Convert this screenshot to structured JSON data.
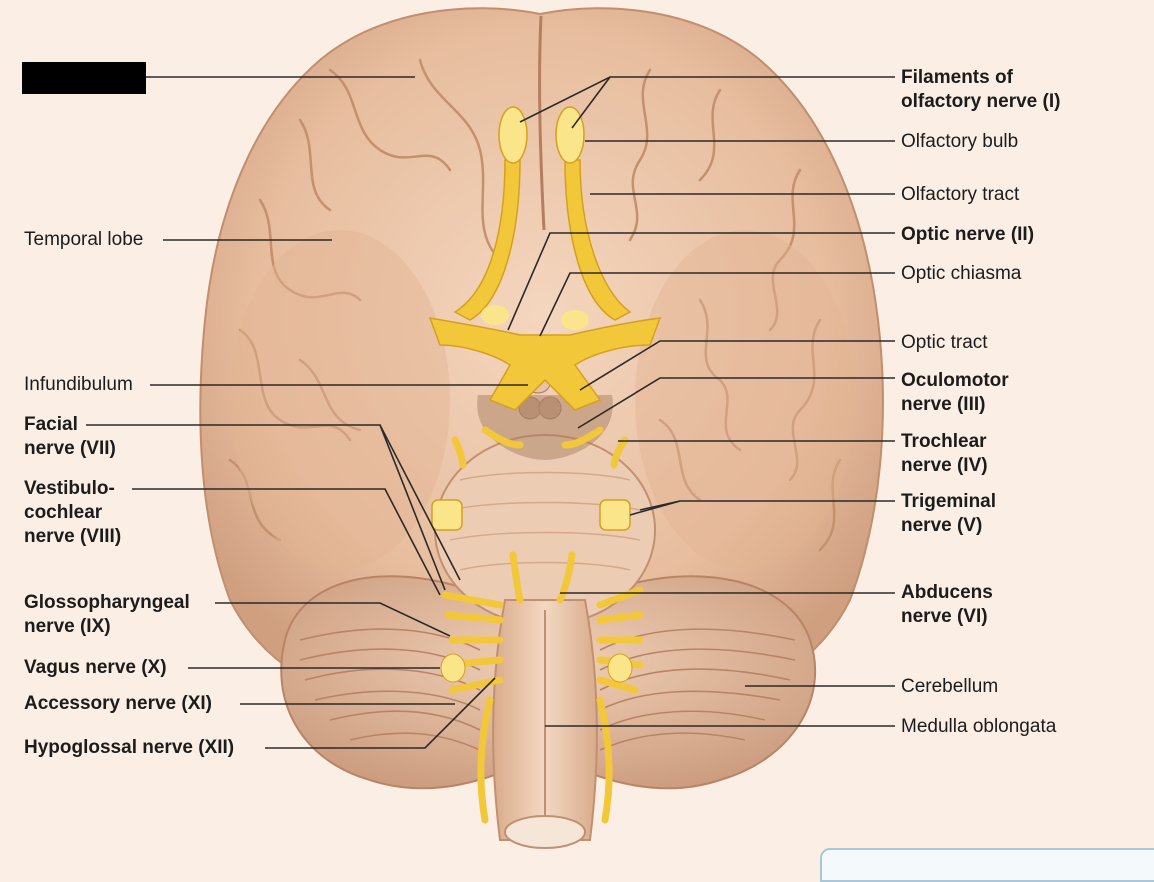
{
  "diagram": {
    "labels_left": [
      {
        "id": "temporal-lobe",
        "text": "Temporal lobe",
        "bold": false
      },
      {
        "id": "infundibulum",
        "text": "Infundibulum",
        "bold": false
      },
      {
        "id": "facial-nerve",
        "text": "Facial\nnerve (VII)",
        "bold": true
      },
      {
        "id": "vestibulocochlear-nerve",
        "text": "Vestibulo-\ncochlear\nnerve (VIII)",
        "bold": true
      },
      {
        "id": "glossopharyngeal-nerve",
        "text": "Glossopharyngeal\nnerve (IX)",
        "bold": true
      },
      {
        "id": "vagus-nerve",
        "text": "Vagus nerve (X)",
        "bold": true
      },
      {
        "id": "accessory-nerve",
        "text": "Accessory nerve (XI)",
        "bold": true
      },
      {
        "id": "hypoglossal-nerve",
        "text": "Hypoglossal nerve (XII)",
        "bold": true
      }
    ],
    "labels_right": [
      {
        "id": "olfactory-filaments",
        "text": "Filaments of\nolfactory nerve (I)",
        "bold": true
      },
      {
        "id": "olfactory-bulb",
        "text": "Olfactory bulb",
        "bold": false
      },
      {
        "id": "olfactory-tract",
        "text": "Olfactory tract",
        "bold": false
      },
      {
        "id": "optic-nerve",
        "text": "Optic nerve (II)",
        "bold": true
      },
      {
        "id": "optic-chiasma",
        "text": "Optic chiasma",
        "bold": false
      },
      {
        "id": "optic-tract",
        "text": "Optic tract",
        "bold": false
      },
      {
        "id": "oculomotor-nerve",
        "text": "Oculomotor\nnerve (III)",
        "bold": true
      },
      {
        "id": "trochlear-nerve",
        "text": "Trochlear\nnerve (IV)",
        "bold": true
      },
      {
        "id": "trigeminal-nerve",
        "text": "Trigeminal\nnerve (V)",
        "bold": true
      },
      {
        "id": "abducens-nerve",
        "text": "Abducens\nnerve (VI)",
        "bold": true
      },
      {
        "id": "cerebellum",
        "text": "Cerebellum",
        "bold": false
      },
      {
        "id": "medulla-oblongata",
        "text": "Medulla oblongata",
        "bold": false
      }
    ]
  },
  "colors": {
    "background": "#fbeee4",
    "brain": "#e9c3a6",
    "brain_shadow": "#c99a7b",
    "nerve": "#f2c83a",
    "nerve_light": "#fbe58a",
    "leader": "#2a2a2a"
  }
}
